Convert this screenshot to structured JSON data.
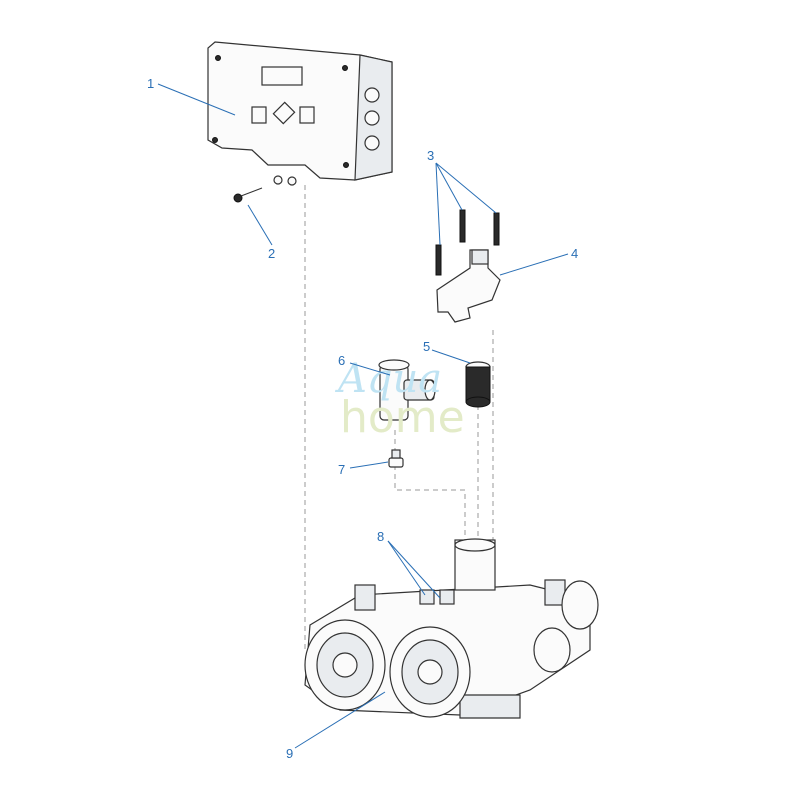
{
  "callouts": [
    "1",
    "2",
    "3",
    "4",
    "5",
    "6",
    "7",
    "8",
    "9"
  ],
  "watermark": {
    "line1": "Aqua",
    "line2": "home"
  }
}
